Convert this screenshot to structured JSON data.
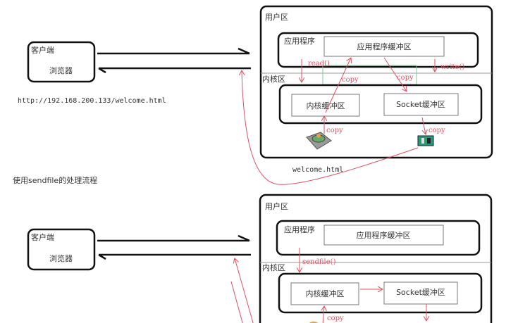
{
  "top": {
    "client_label": "客户端",
    "browser_label": "浏览器",
    "url": "http://192.168.200.133/welcome.html",
    "user_zone": "用户区",
    "app_label": "应用程序",
    "app_buffer": "应用程序缓冲区",
    "kernel_zone": "内核区",
    "kernel_buffer": "内核缓冲区",
    "socket_buffer": "Socket缓冲区",
    "read": "read()",
    "write": "write()",
    "copy": "copy",
    "file": "welcome.html"
  },
  "caption": "使用sendfile的处理流程",
  "bottom": {
    "client_label": "客户端",
    "browser_label": "浏览器",
    "user_zone": "用户区",
    "app_label": "应用程序",
    "app_buffer": "应用程序缓冲区",
    "kernel_zone": "内核区",
    "kernel_buffer": "内核缓冲区",
    "socket_buffer": "Socket缓冲区",
    "sendfile": "sendfile()",
    "copy": "copy"
  },
  "colors": {
    "flow": "#e05060",
    "outline": "#111111",
    "highlight": "#7fc89a"
  }
}
